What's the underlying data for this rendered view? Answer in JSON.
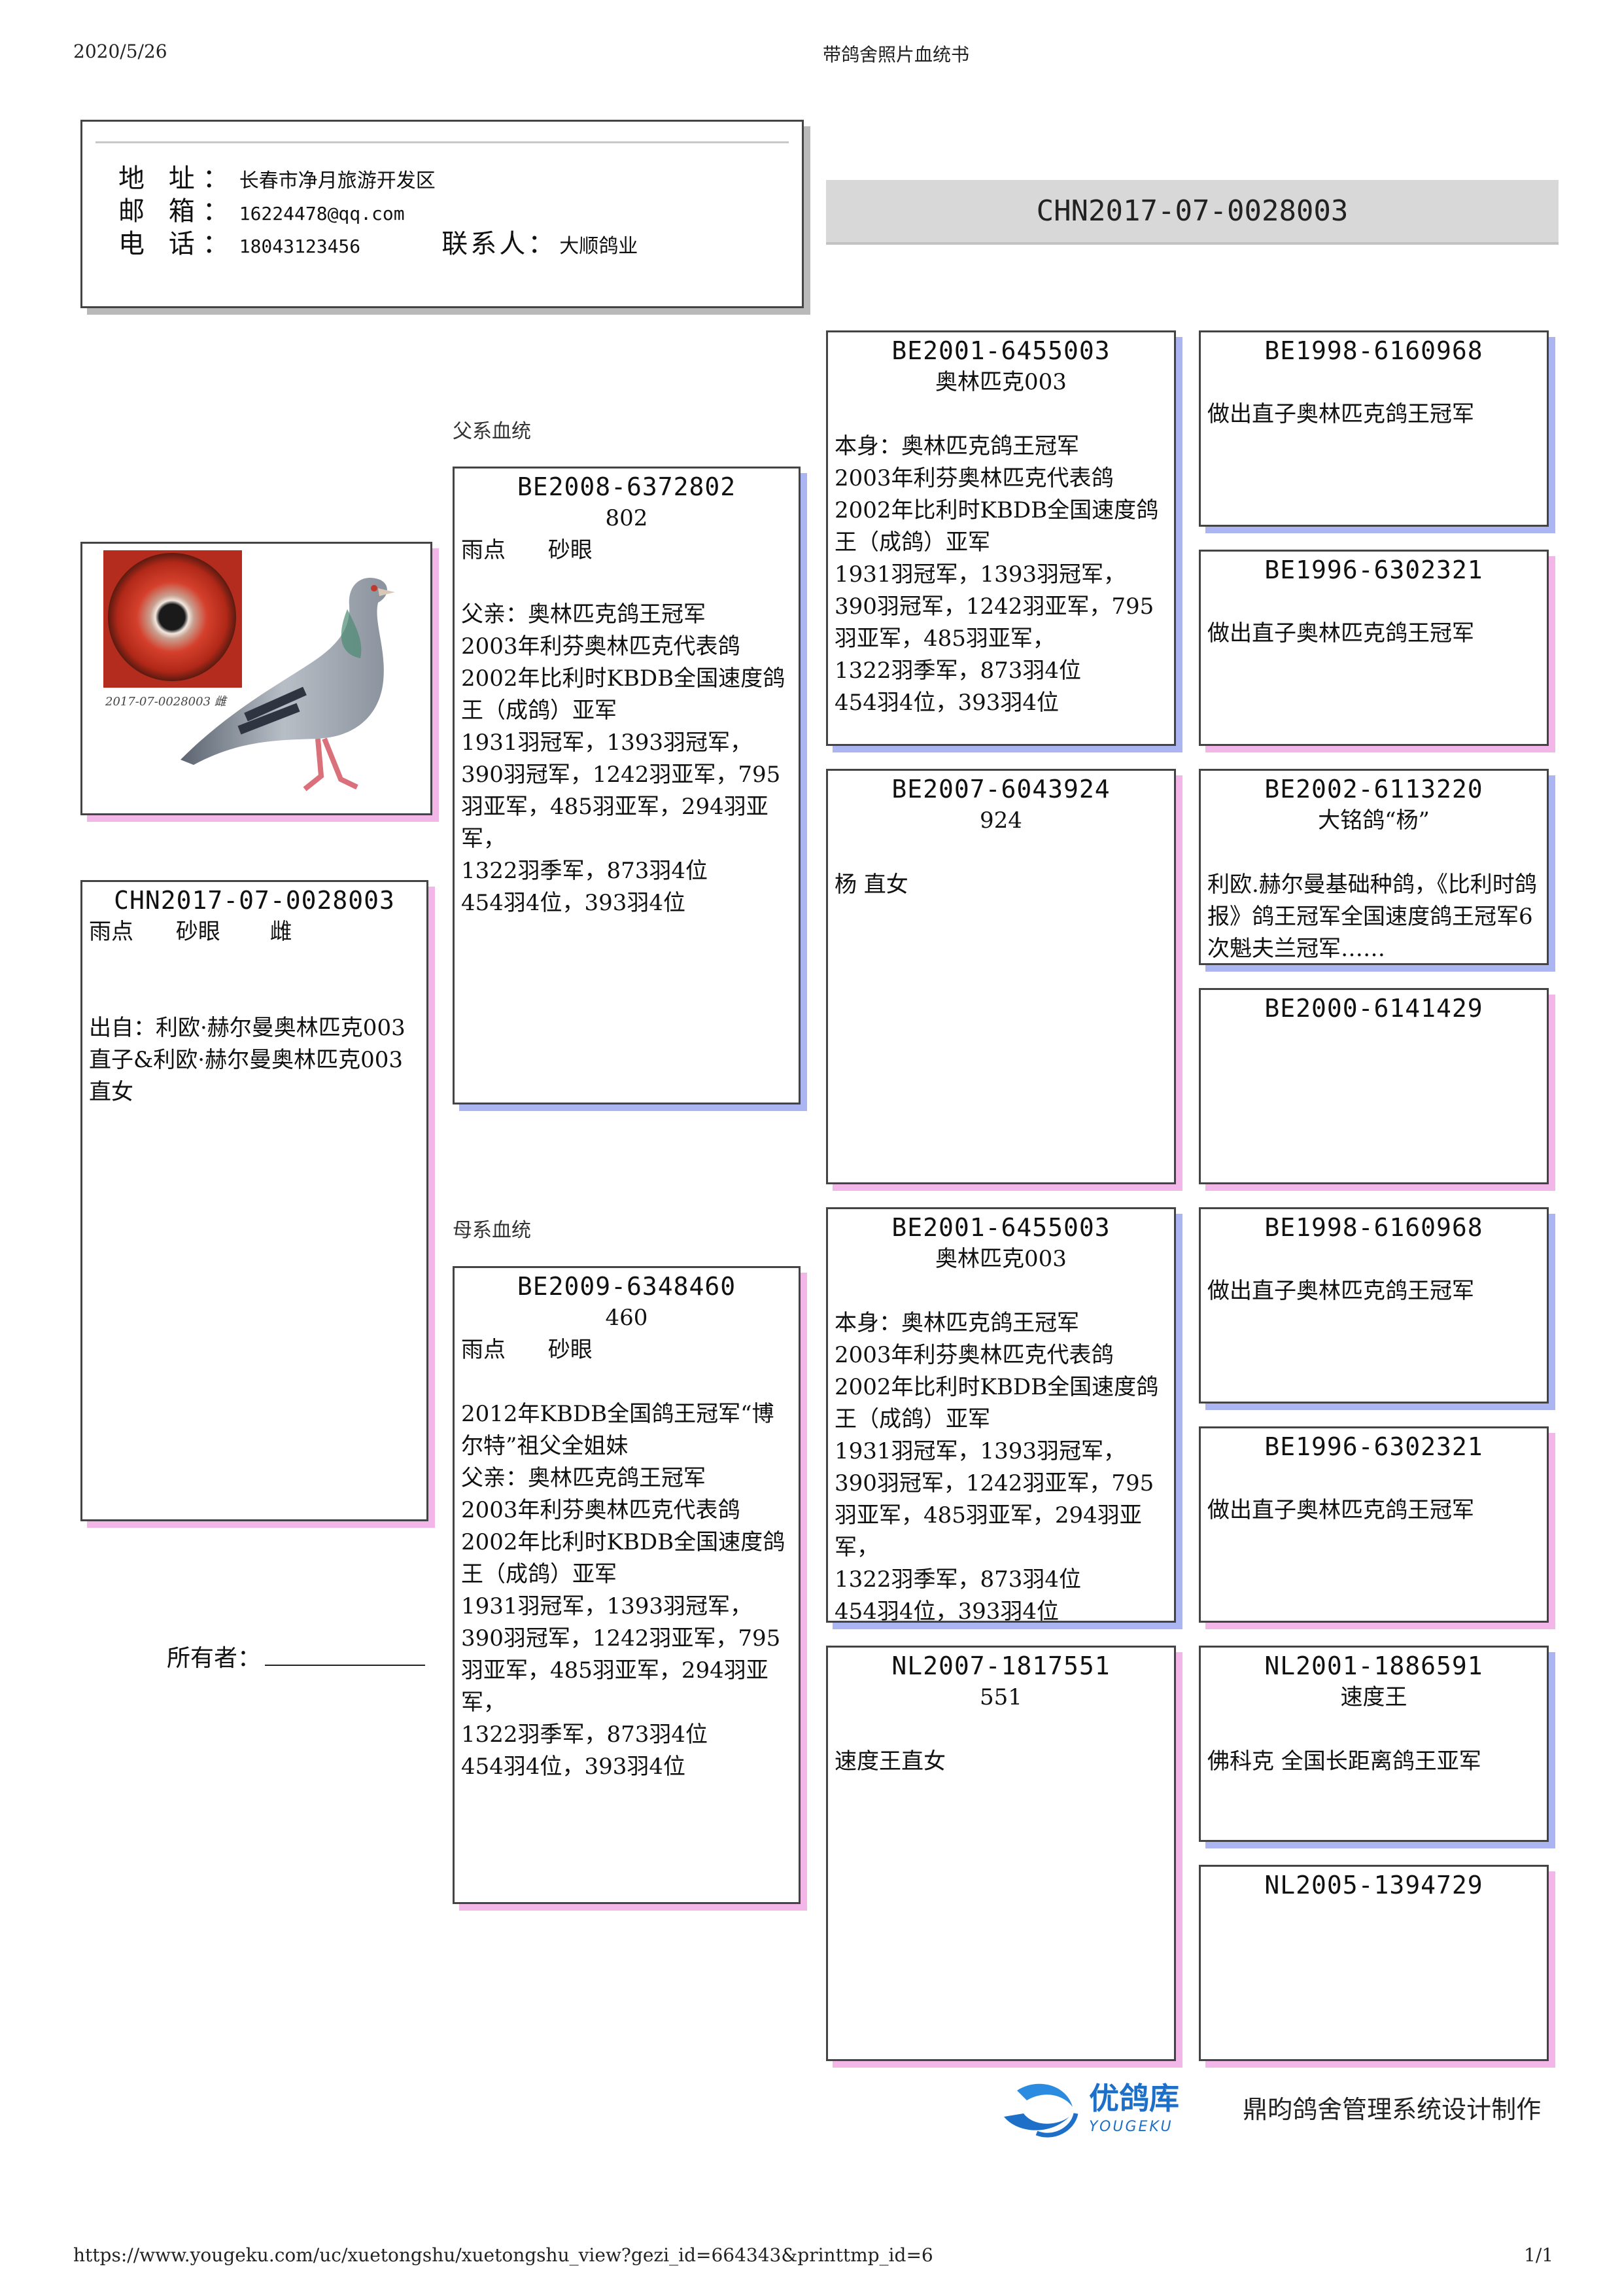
{
  "header": {
    "date": "2020/5/26",
    "title": "带鸽舍照片血统书"
  },
  "footer": {
    "url": "https://www.yougeku.com/uc/xuetongshu/xuetongshu_view?gezi_id=664343&printtmp_id=6",
    "page": "1/1"
  },
  "contact": {
    "address_label": "地 址：",
    "address": "长春市净月旅游开发区",
    "email_label": "邮 箱：",
    "email": "16224478@qq.com",
    "phone_label": "电 话：",
    "phone": "18043123456",
    "contact_label": "联系人：",
    "contact_name": "大顺鸽业"
  },
  "main_ring": "CHN2017-07-0028003",
  "photo": {
    "caption": "2017-07-0028003 雌"
  },
  "subject": {
    "ring": "CHN2017-07-0028003",
    "traits": "雨点      砂眼       雌",
    "desc": "出自：利欧·赫尔曼奥林匹克003直子&利欧·赫尔曼奥林匹克003直女"
  },
  "owner_label": "所有者：",
  "sire_label": "父系血统",
  "dam_label": "母系血统",
  "sire": {
    "ring": "BE2008-6372802",
    "name": "802",
    "traits": "雨点      砂眼",
    "desc": "父亲：奥林匹克鸽王冠军\n2003年利芬奥林匹克代表鸽\n2002年比利时KBDB全国速度鸽王（成鸽）亚军\n1931羽冠军，1393羽冠军，390羽冠军，1242羽亚军，795羽亚军，485羽亚军，294羽亚军，\n1322羽季军，873羽4位\n454羽4位，393羽4位"
  },
  "dam": {
    "ring": "BE2009-6348460",
    "name": "460",
    "traits": "雨点      砂眼",
    "desc": "2012年KBDB全国鸽王冠军“博尔特”祖父全姐妹\n父亲：奥林匹克鸽王冠军\n2003年利芬奥林匹克代表鸽\n2002年比利时KBDB全国速度鸽王（成鸽）亚军\n1931羽冠军，1393羽冠军，390羽冠军，1242羽亚军，795羽亚军，485羽亚军，294羽亚军，\n1322羽季军，873羽4位\n454羽4位，393羽4位"
  },
  "gen2": [
    {
      "ring": "BE2001-6455003",
      "name": "奥林匹克003",
      "desc": "本身：奥林匹克鸽王冠军\n2003年利芬奥林匹克代表鸽\n2002年比利时KBDB全国速度鸽王（成鸽）亚军\n1931羽冠军，1393羽冠军，390羽冠军，1242羽亚军，795羽亚军，485羽亚军，\n1322羽季军，873羽4位\n454羽4位，393羽4位"
    },
    {
      "ring": "BE2007-6043924",
      "name": "924",
      "desc": "杨 直女"
    },
    {
      "ring": "BE2001-6455003",
      "name": "奥林匹克003",
      "desc": "本身：奥林匹克鸽王冠军\n2003年利芬奥林匹克代表鸽\n2002年比利时KBDB全国速度鸽王（成鸽）亚军\n1931羽冠军，1393羽冠军，390羽冠军，1242羽亚军，795羽亚军，485羽亚军，294羽亚军，\n1322羽季军，873羽4位\n454羽4位，393羽4位"
    },
    {
      "ring": "NL2007-1817551",
      "name": "551",
      "desc": "速度王直女"
    }
  ],
  "gen3": [
    {
      "ring": "BE1998-6160968",
      "name": "",
      "desc": "做出直子奥林匹克鸽王冠军"
    },
    {
      "ring": "BE1996-6302321",
      "name": "",
      "desc": "做出直子奥林匹克鸽王冠军"
    },
    {
      "ring": "BE2002-6113220",
      "name": "大铭鸽“杨”",
      "desc": "利欧.赫尔曼基础种鸽，《比利时鸽报》鸽王冠军全国速度鸽王冠军6次魁夫兰冠军……"
    },
    {
      "ring": "BE2000-6141429",
      "name": "",
      "desc": ""
    },
    {
      "ring": "BE1998-6160968",
      "name": "",
      "desc": "做出直子奥林匹克鸽王冠军"
    },
    {
      "ring": "BE1996-6302321",
      "name": "",
      "desc": "做出直子奥林匹克鸽王冠军"
    },
    {
      "ring": "NL2001-1886591",
      "name": "速度王",
      "desc": "佛科克 全国长距离鸽王亚军"
    },
    {
      "ring": "NL2005-1394729",
      "name": "",
      "desc": ""
    }
  ],
  "brand": {
    "logo_cn": "优鸽库",
    "logo_en": "YOUGEKU",
    "credit": "鼎昀鸽舍管理系统设计制作"
  },
  "colors": {
    "pink_shadow": "#f3b6e8",
    "blue_shadow": "#aab5f2",
    "brand_blue": "#1e6fc8"
  }
}
